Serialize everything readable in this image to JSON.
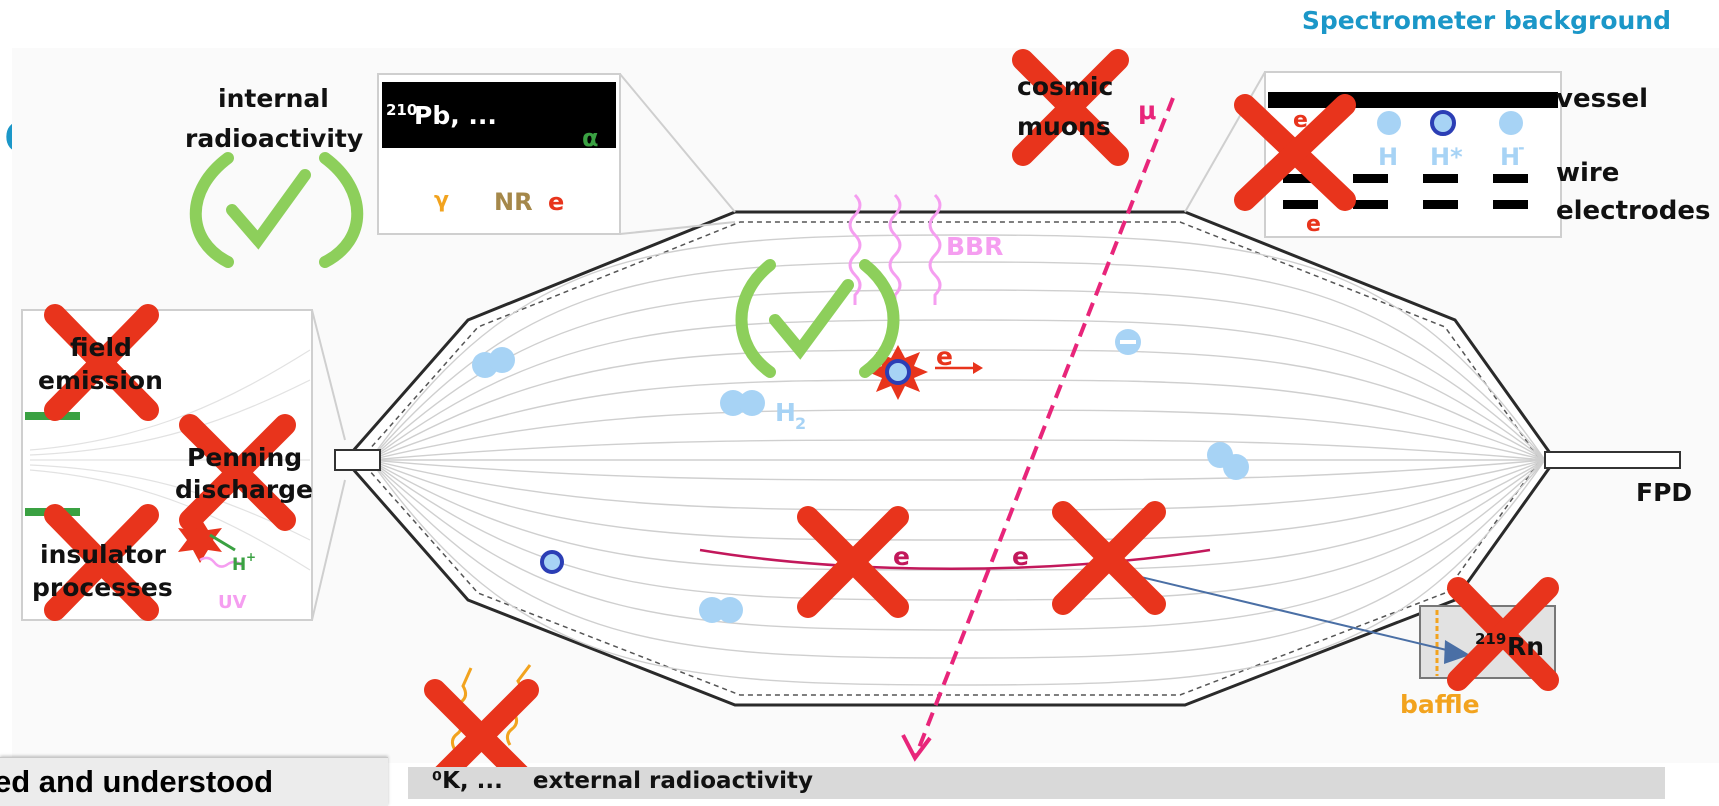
{
  "header": {
    "title": "Spectrometer background",
    "partial_letter": "d"
  },
  "labels": {
    "internal_radioactivity": [
      "internal",
      "radioactivity"
    ],
    "pb_source": "Pb, ...",
    "pb_isotope": "210",
    "gamma": "γ",
    "nr": "NR",
    "e": "e",
    "alpha": "α",
    "cosmic_muons": [
      "cosmic",
      "muons"
    ],
    "mu": "μ",
    "bbr": "BBR",
    "h2": "H",
    "h2_sub": "2",
    "field_emission": [
      "field",
      "emission"
    ],
    "penning_discharge": [
      "Penning",
      "discharge"
    ],
    "insulator_processes": [
      "insulator",
      "processes"
    ],
    "h_plus": "H",
    "h_plus_sup": "+",
    "uv": "UV",
    "vessel": "vessel",
    "wire_electrodes": [
      "wire",
      "electrodes"
    ],
    "h": "H",
    "h_star": "H*",
    "h_minus": "H",
    "h_minus_sup": "-",
    "fpd": "FPD",
    "rn": "Rn",
    "rn_isotope": "219",
    "baffle": "baffle",
    "k_source": "⁰K, ...",
    "external_radioactivity": "external radioactivity",
    "bottom_left": "ed and understood"
  },
  "colors": {
    "cross": "#e8341c",
    "check": "#8dcf5b",
    "header_blue": "#1b97c8",
    "muon": "#e8257a",
    "bbr": "#f59ef0",
    "particle_light": "#a7d3f5",
    "baffle": "#f2a31e"
  }
}
